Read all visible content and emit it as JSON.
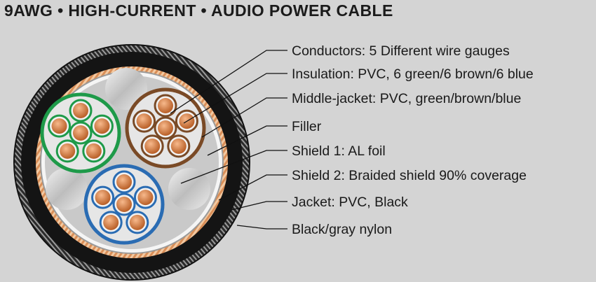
{
  "title": "9AWG • HIGH-CURRENT • AUDIO POWER CABLE",
  "labels": [
    "Conductors: 5 Different wire gauges",
    "Insulation: PVC, 6 green/6 brown/6 blue",
    "Middle-jacket: PVC, green/brown/blue",
    "Filler",
    "Shield 1: AL foil",
    "Shield 2: Braided shield 90% coverage",
    "Jacket: PVC, Black",
    "Black/gray nylon"
  ],
  "colors": {
    "background": "#d4d4d4",
    "green_group": "#1e9a49",
    "brown_group": "#7a4a26",
    "blue_group": "#2a6cb3",
    "copper": "#d9824b",
    "jacket": "#151515",
    "braid": "#f0c096",
    "filler": "#d8d8d8"
  },
  "icons": [
    "cable-cross-section"
  ]
}
